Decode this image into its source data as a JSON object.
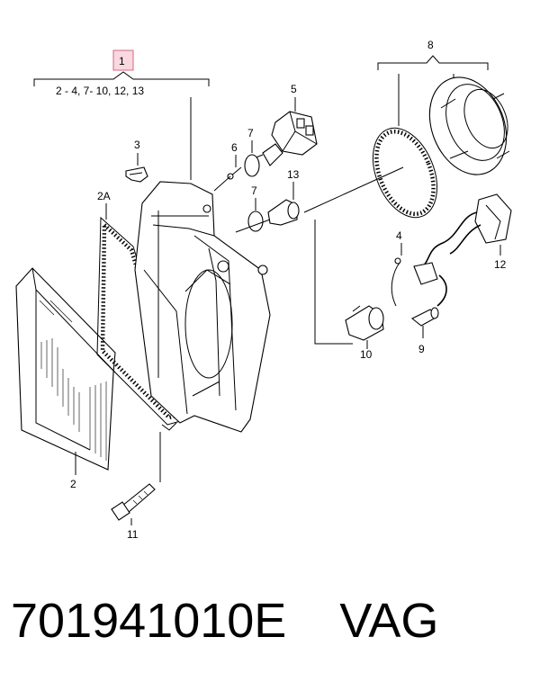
{
  "callouts": {
    "assembly": "1",
    "assembly_scope": "2 - 4,  7- 10, 12, 13",
    "lens": "2",
    "gasket": "2A",
    "clip": "3",
    "wire": "4",
    "motor": "5",
    "screw_small": "6",
    "ring_upper": "7",
    "ring_lower": "7",
    "cap": "8",
    "bulb_small": "9",
    "bulb_main": "10",
    "bolt": "11",
    "connector": "12",
    "bulb_aux": "13"
  },
  "footer": {
    "part_number": "701941010E",
    "brand": "VAG"
  },
  "colors": {
    "highlight_box": "#f4b8c4",
    "line": "#000000"
  }
}
